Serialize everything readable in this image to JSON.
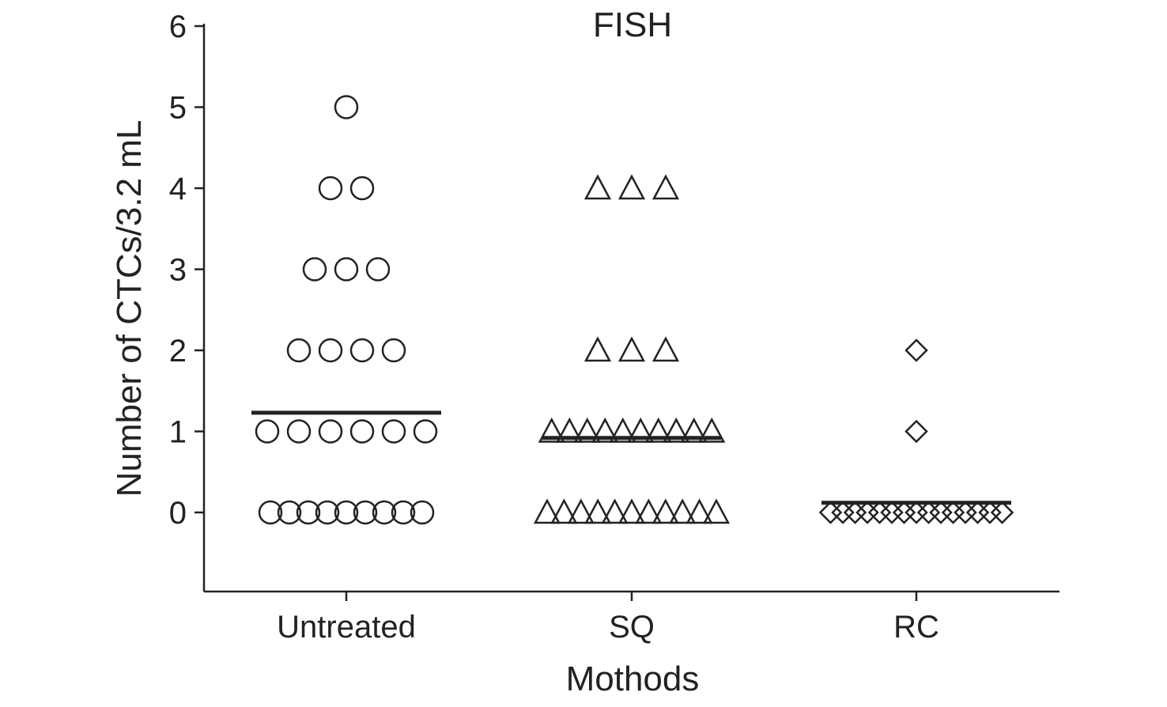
{
  "chart_data": {
    "type": "scatter",
    "title": "FISH",
    "xlabel": "Mothods",
    "ylabel": "Number of CTCs/3.2 mL",
    "ylim": [
      -1,
      6
    ],
    "yticks": [
      0,
      1,
      2,
      3,
      4,
      5,
      6
    ],
    "grid": false,
    "categories": [
      "Untreated",
      "SQ",
      "RC"
    ],
    "series": [
      {
        "category": "Untreated",
        "marker": "circle",
        "points": [
          {
            "y": 0,
            "count": 9
          },
          {
            "y": 1,
            "count": 6
          },
          {
            "y": 2,
            "count": 4
          },
          {
            "y": 3,
            "count": 3
          },
          {
            "y": 4,
            "count": 2
          },
          {
            "y": 5,
            "count": 1
          }
        ],
        "mean": 1.23
      },
      {
        "category": "SQ",
        "marker": "triangle",
        "points": [
          {
            "y": 0,
            "count": 11
          },
          {
            "y": 1,
            "count": 10
          },
          {
            "y": 2,
            "count": 3
          },
          {
            "y": 4,
            "count": 3
          }
        ],
        "mean": 0.92
      },
      {
        "category": "RC",
        "marker": "diamond",
        "points": [
          {
            "y": 0,
            "count": 15
          },
          {
            "y": 1,
            "count": 1
          },
          {
            "y": 2,
            "count": 1
          }
        ],
        "mean": 0.12
      }
    ]
  }
}
